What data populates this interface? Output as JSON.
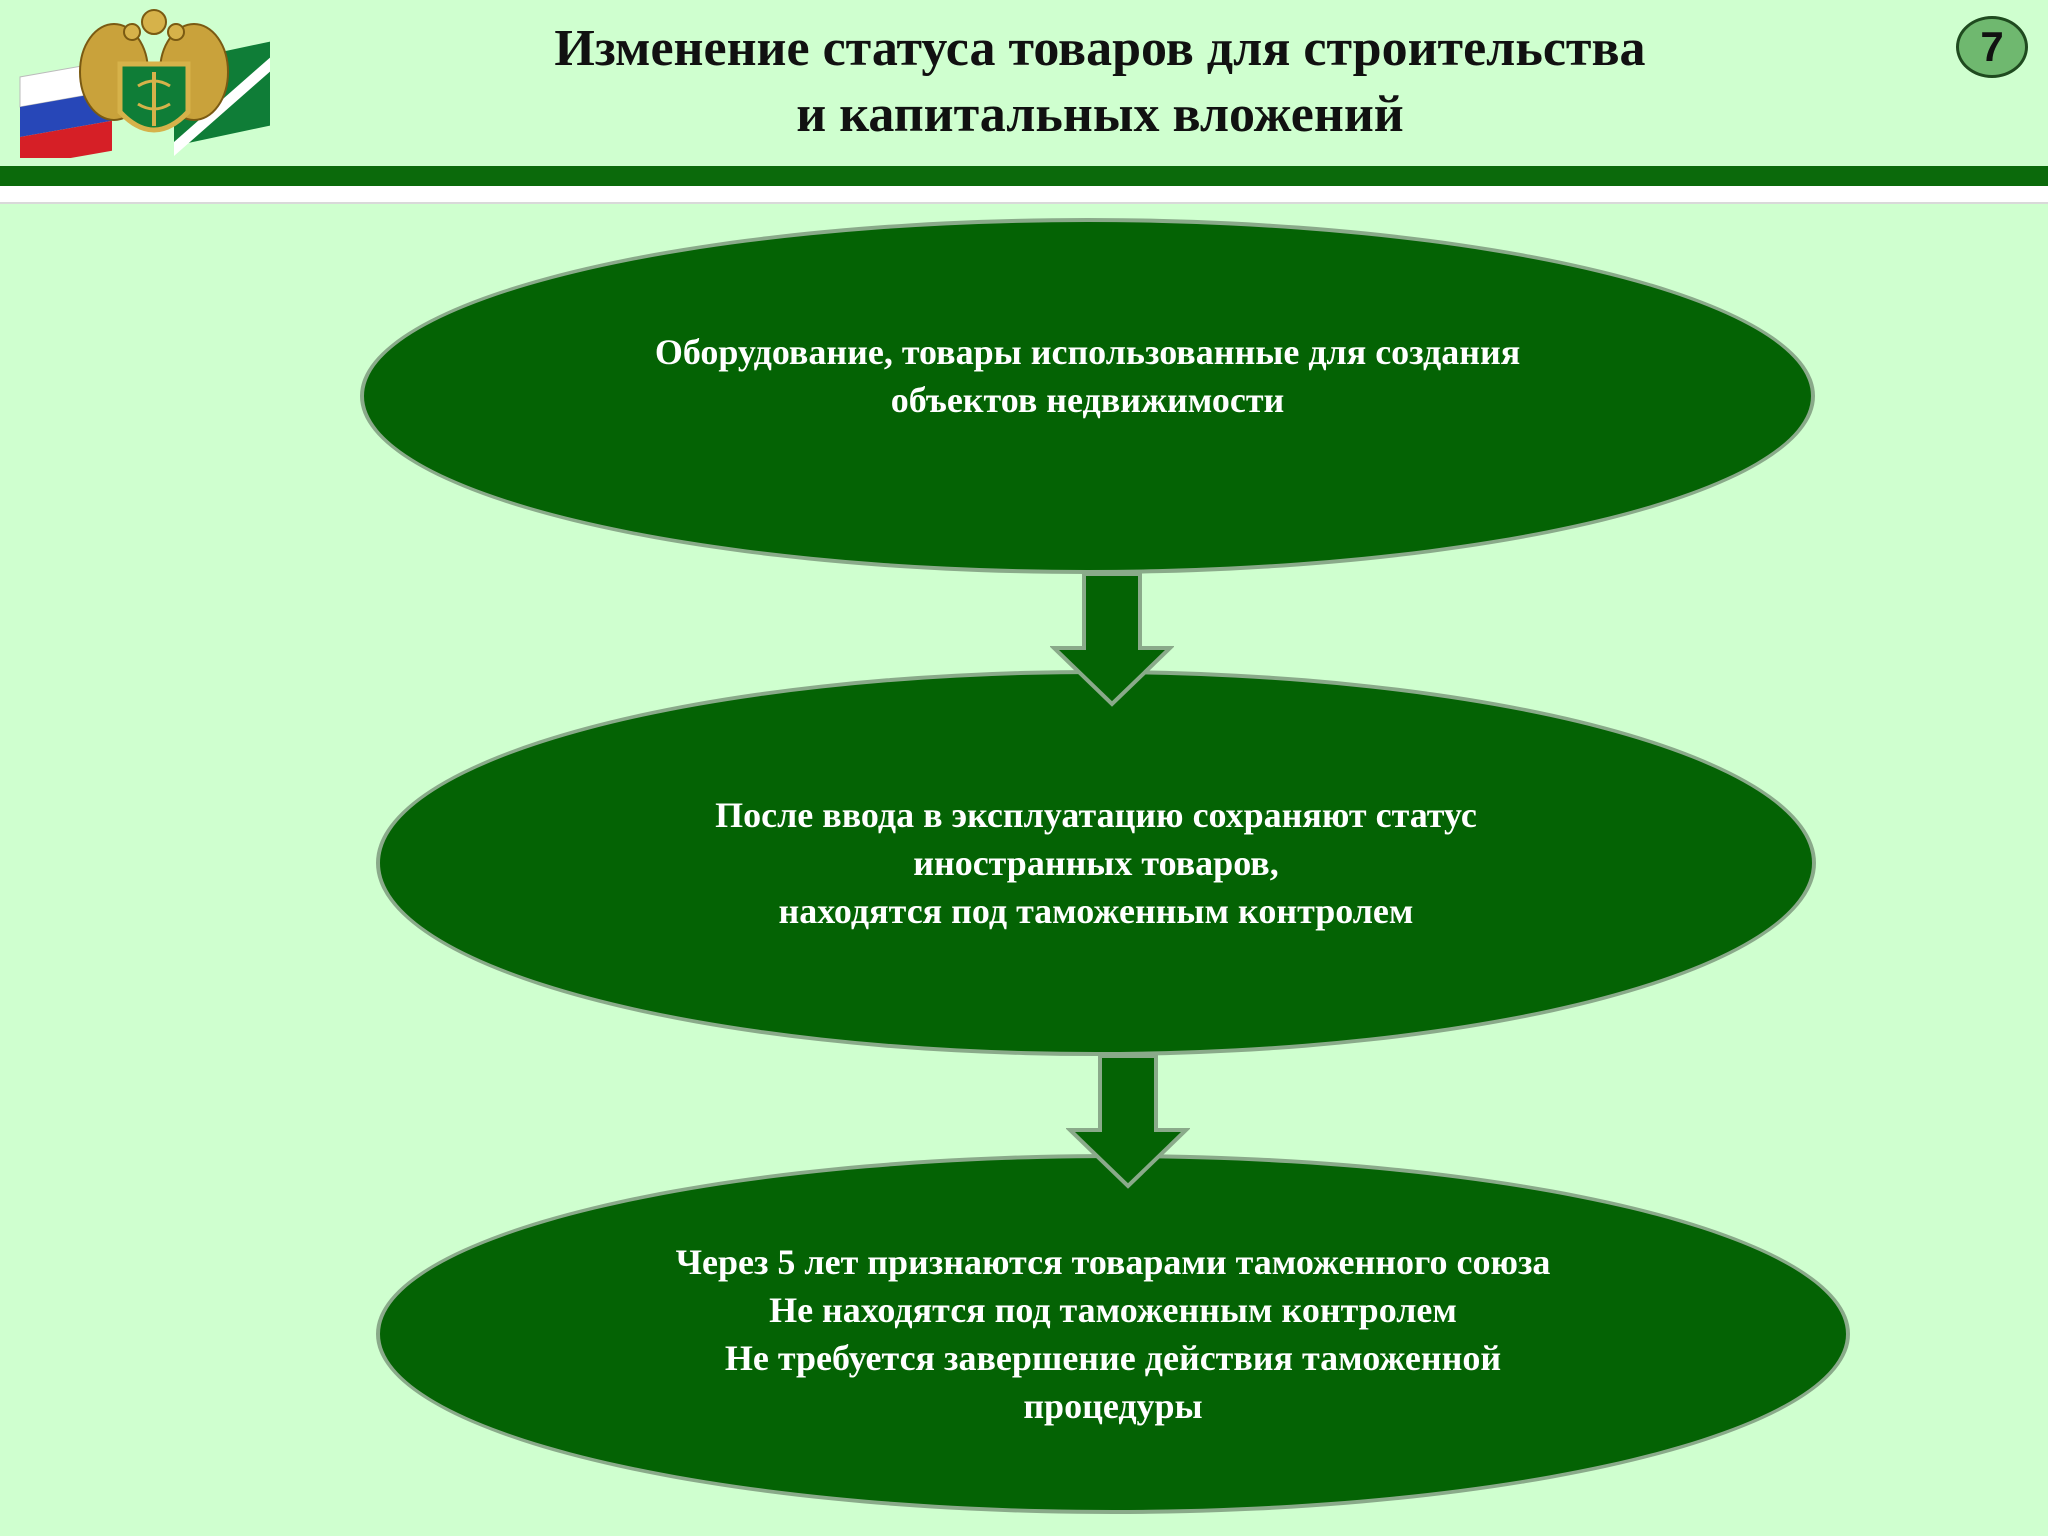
{
  "header": {
    "title_line1": "Изменение статуса товаров для строительства",
    "title_line2": "и капитальных вложений",
    "page_number": "7",
    "logo_icon": "customs-emblem-icon"
  },
  "diagram": {
    "nodes": [
      {
        "lines": [
          "Оборудование,  товары использованные для создания",
          "объектов недвижимости"
        ]
      },
      {
        "lines": [
          "После ввода в эксплуатацию сохраняют статус",
          "иностранных товаров,",
          "находятся под таможенным контролем"
        ]
      },
      {
        "lines": [
          "Через 5 лет признаются товарами таможенного союза",
          "Не находятся под таможенным контролем",
          "Не требуется завершение действия таможенной",
          "процедуры"
        ]
      }
    ]
  },
  "colors": {
    "background": "#cfffcf",
    "node_fill": "#046304",
    "node_border": "#8aaa8a",
    "rule_green": "#0b6a0b"
  }
}
